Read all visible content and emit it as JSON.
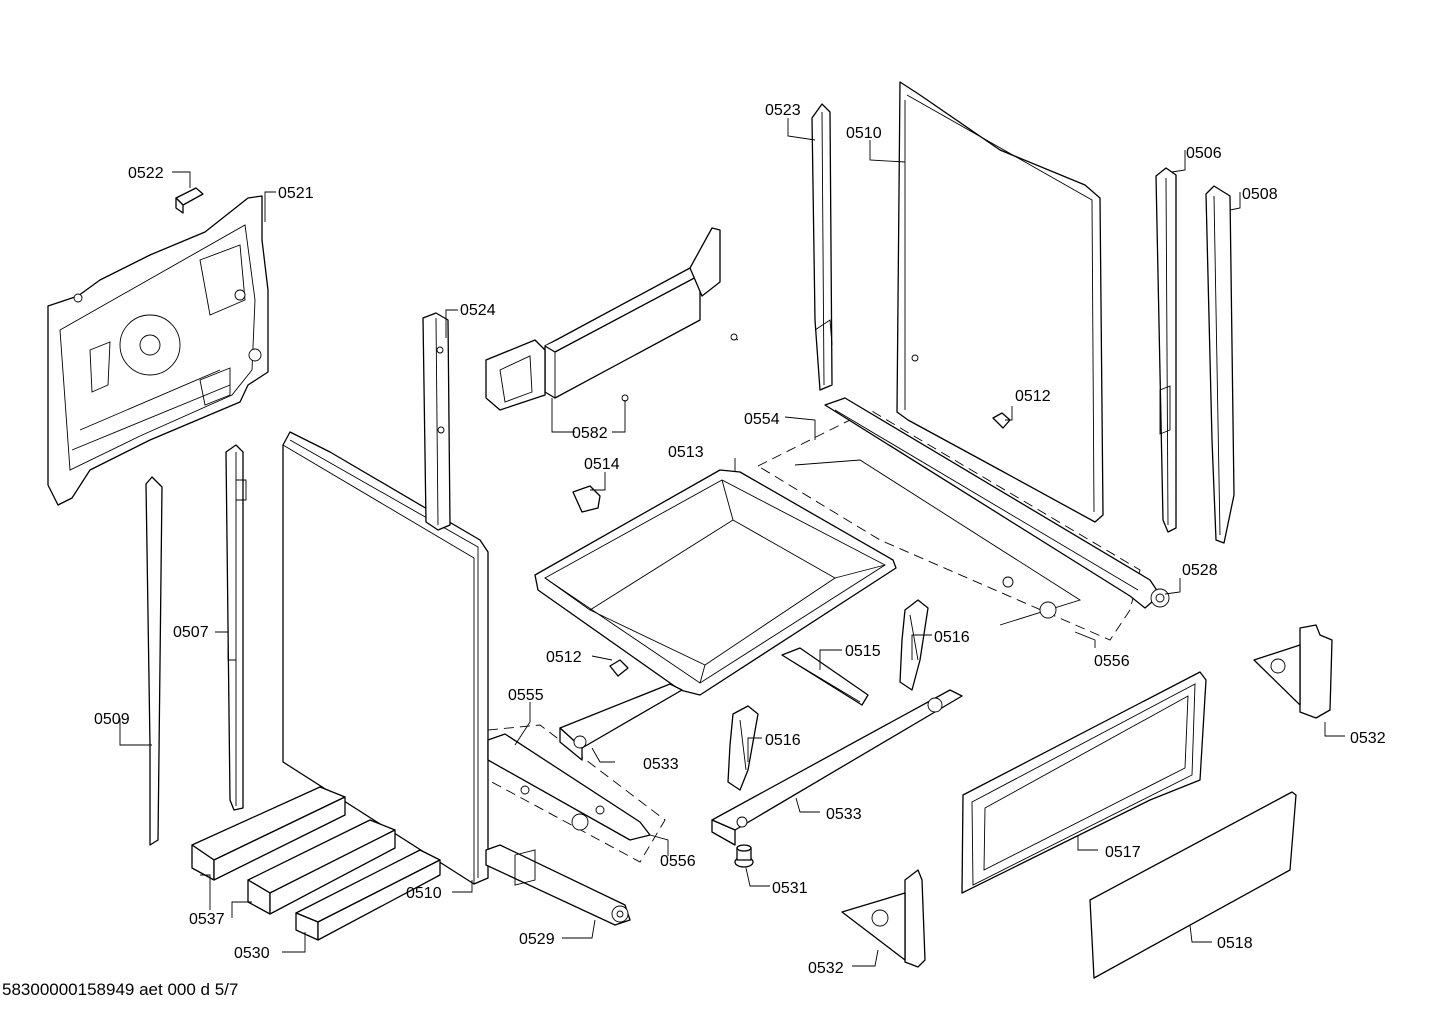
{
  "document_id": "58300000158949 aet 000 d 5/7",
  "callouts": {
    "c0522": "0522",
    "c0521": "0521",
    "c0524": "0524",
    "c0582": "0582",
    "c0523": "0523",
    "c0510_top": "0510",
    "c0506": "0506",
    "c0508": "0508",
    "c0512_top": "0512",
    "c0554": "0554",
    "c0513": "0513",
    "c0514": "0514",
    "c0528": "0528",
    "c0556_right": "0556",
    "c0507": "0507",
    "c0509": "0509",
    "c0512_mid": "0512",
    "c0515": "0515",
    "c0516_upper": "0516",
    "c0516_lower": "0516",
    "c0555": "0555",
    "c0533_left": "0533",
    "c0533_right": "0533",
    "c0532_right": "0532",
    "c0532_bottom": "0532",
    "c0517": "0517",
    "c0518": "0518",
    "c0556_bottom": "0556",
    "c0531": "0531",
    "c0510_bottom": "0510",
    "c0529": "0529",
    "c0537": "0537",
    "c0530": "0530"
  }
}
